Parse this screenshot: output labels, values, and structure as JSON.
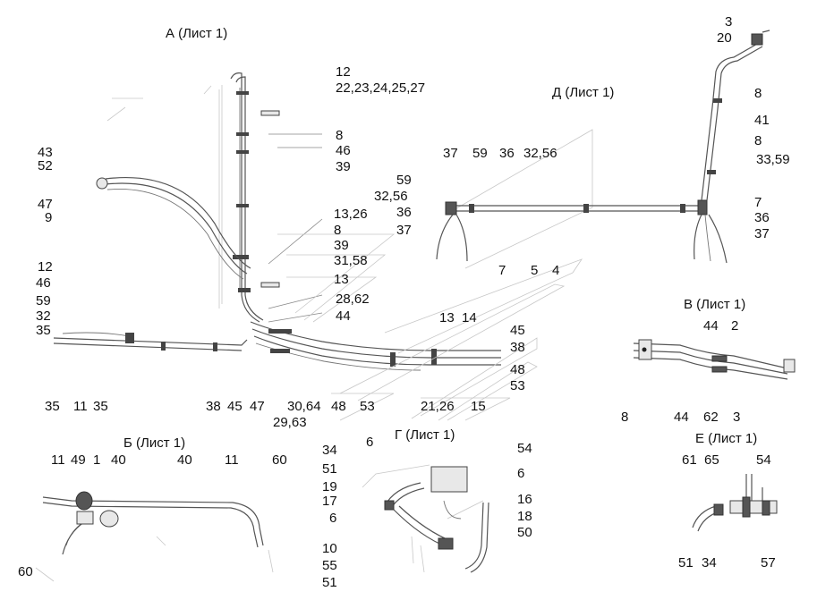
{
  "views": {
    "A": {
      "title": "А (Лист 1)"
    },
    "B_cyr": {
      "title": "Б (Лист 1)"
    },
    "V": {
      "title": "В (Лист 1)"
    },
    "G": {
      "title": "Г (Лист 1)"
    },
    "D": {
      "title": "Д (Лист 1)"
    },
    "E": {
      "title": "Е (Лист 1)"
    }
  },
  "callouts": [
    "12",
    "22,23,24,25,27",
    "8",
    "46",
    "39",
    "43",
    "52",
    "47",
    "9",
    "59",
    "32,56",
    "36",
    "37",
    "13,26",
    "8",
    "39",
    "31,58",
    "13",
    "28,62",
    "44",
    "12",
    "46",
    "59",
    "32",
    "35",
    "7",
    "5",
    "4",
    "13",
    "14",
    "45",
    "38",
    "48",
    "53",
    "35",
    "11",
    "35",
    "38",
    "45",
    "47",
    "30,64",
    "48",
    "53",
    "29,63",
    "21,26",
    "15",
    "37",
    "59",
    "36",
    "32,56",
    "3",
    "20",
    "8",
    "41",
    "8",
    "33,59",
    "7",
    "36",
    "37",
    "44",
    "2",
    "8",
    "44",
    "62",
    "3",
    "11",
    "49",
    "1",
    "40",
    "40",
    "11",
    "60",
    "60",
    "34",
    "51",
    "19",
    "17",
    "6",
    "10",
    "55",
    "51",
    "6",
    "54",
    "6",
    "16",
    "18",
    "50",
    "61",
    "65",
    "54",
    "51",
    "34",
    "57"
  ]
}
